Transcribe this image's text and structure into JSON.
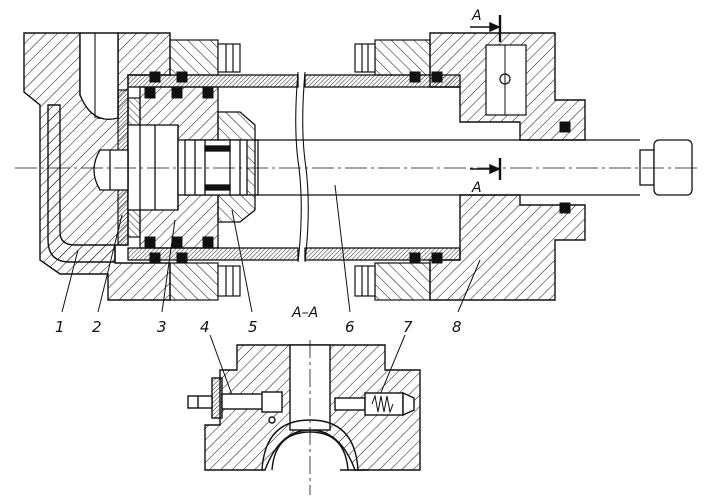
{
  "figure": {
    "section_label": "A–A",
    "section_marker": "A",
    "callouts": [
      "1",
      "2",
      "3",
      "4",
      "5",
      "6",
      "7",
      "8"
    ]
  },
  "colors": {
    "line": "#111111",
    "hatch": "#111111",
    "background": "#ffffff"
  }
}
